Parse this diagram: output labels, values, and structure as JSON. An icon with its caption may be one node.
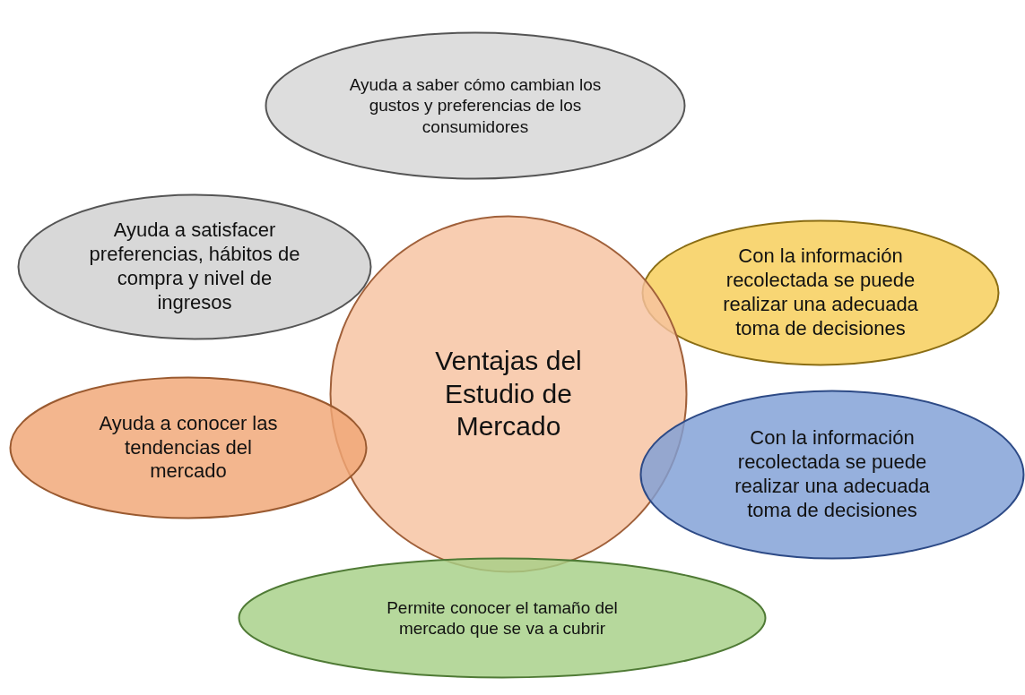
{
  "diagram": {
    "nodes": [
      {
        "text": [
          "Ayuda a saber cómo cambian los gustos y preferencias de los consumidores"
        ]
      },
      {
        "text": [
          "Ayuda a satisfacer preferencias, hábitos de compra y nivel de ingresos"
        ]
      },
      {
        "text": [
          "Con la información recolectada se puede realizar una adecuada toma de decisiones"
        ]
      },
      {
        "text": [
          "Ventajas del Estudio de Mercado"
        ]
      },
      {
        "text": [
          "Ayuda a conocer las tendencias del mercado"
        ]
      },
      {
        "text": [
          "Con la información recolectada se puede realizar una adecuada toma de decisiones"
        ]
      },
      {
        "text": [
          "Permite conocer el tamaño del mercado que se va a cubrir"
        ]
      }
    ]
  }
}
